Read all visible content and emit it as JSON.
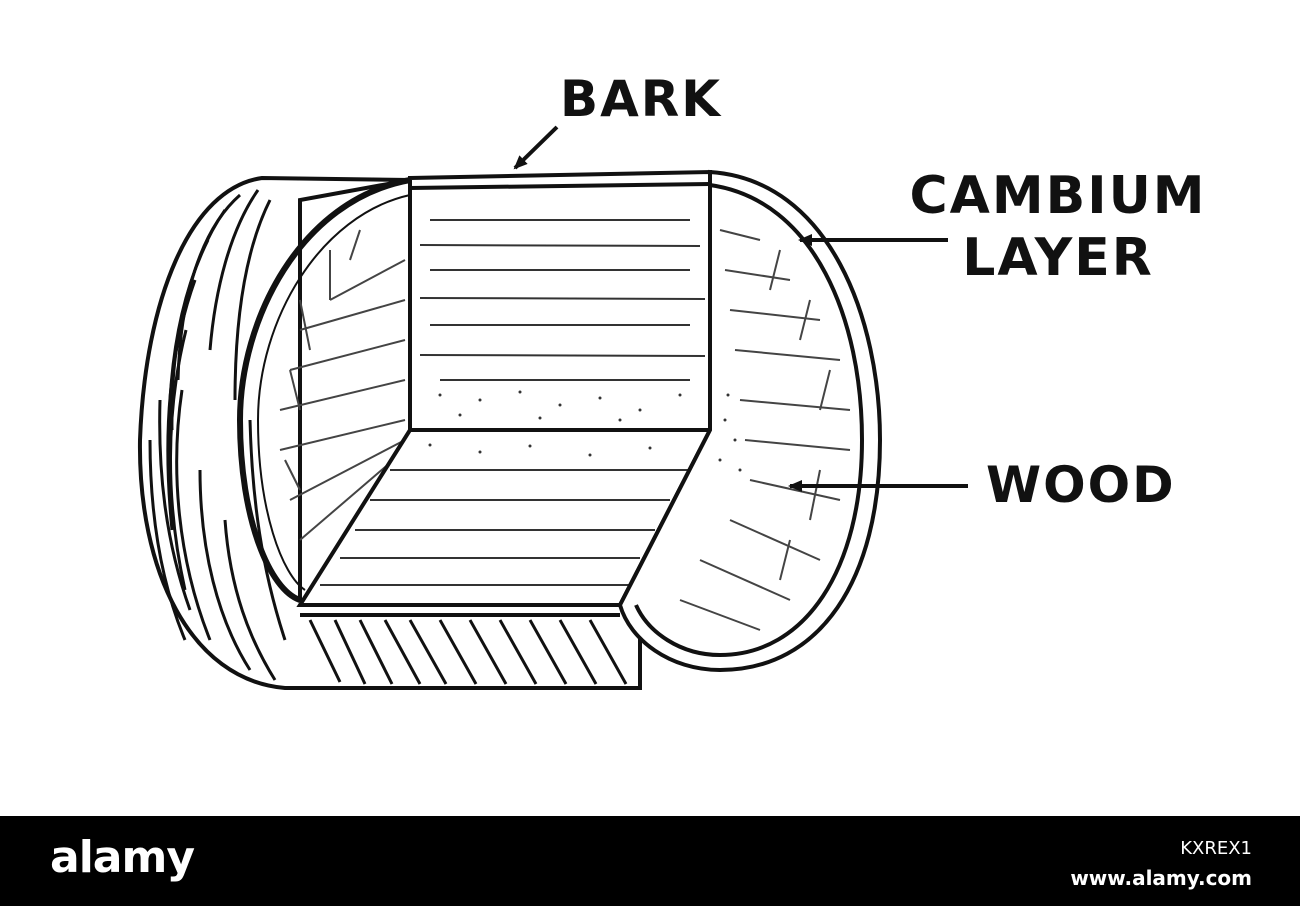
{
  "labels": {
    "bark": "BARK",
    "cambium_line1": "CAMBIUM",
    "cambium_line2": "LAYER",
    "wood": "WOOD"
  },
  "footer": {
    "logo": "alamy",
    "image_id": "KXREX1",
    "url": "www.alamy.com"
  },
  "icons": [
    "arrow-icon"
  ],
  "colors": {
    "ink": "#111111",
    "background": "#ffffff",
    "footer": "#000000"
  }
}
